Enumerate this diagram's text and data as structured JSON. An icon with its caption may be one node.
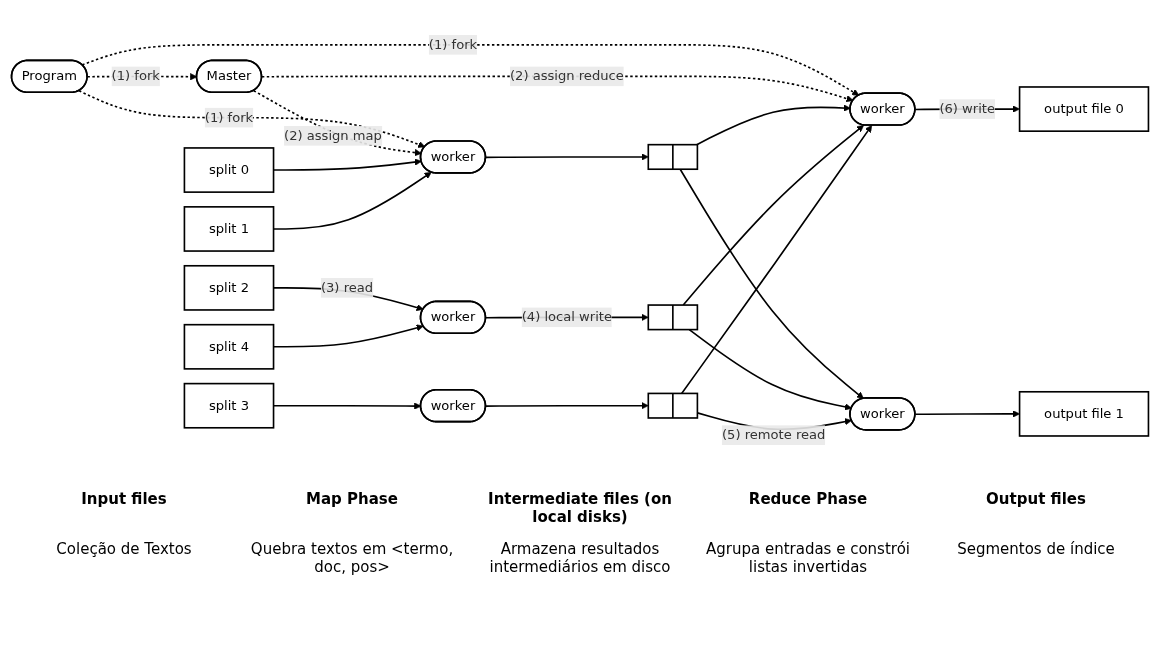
{
  "diagram": {
    "nodes": [
      {
        "text": [
          "Program"
        ]
      },
      {
        "text": [
          "Master"
        ]
      },
      {
        "text": [
          "split 0"
        ]
      },
      {
        "text": [
          "split 1"
        ]
      },
      {
        "text": [
          "split 2"
        ]
      },
      {
        "text": [
          "split 3"
        ]
      },
      {
        "text": [
          "split 4"
        ]
      },
      {
        "text": [
          "worker"
        ]
      },
      {
        "text": [
          "worker"
        ]
      },
      {
        "text": [
          "worker"
        ]
      },
      {
        "text": [],
        "shape": "box"
      },
      {
        "text": [],
        "shape": "box"
      },
      {
        "text": [],
        "shape": "box"
      },
      {
        "text": [
          "worker"
        ]
      },
      {
        "text": [
          "worker"
        ]
      },
      {
        "text": [
          "output file 0"
        ]
      },
      {
        "text": [
          "output file 1"
        ]
      }
    ],
    "edges": [
      {
        "from": 0,
        "to": 7,
        "arrow": "to",
        "label": "(1) fork",
        "style": "dashed"
      },
      {
        "from": 0,
        "to": 1,
        "arrow": "to",
        "label": "(1) fork",
        "style": "dashed"
      },
      {
        "from": 0,
        "to": 13,
        "arrow": "to",
        "label": "(1) fork",
        "style": "dashed"
      },
      {
        "from": 1,
        "to": 7,
        "arrow": "to",
        "label": "(2) assign map",
        "style": "dashed"
      },
      {
        "from": 1,
        "to": 13,
        "arrow": "to",
        "label": "(2) assign reduce",
        "style": "dashed"
      },
      {
        "from": 2,
        "to": 7,
        "arrow": "to"
      },
      {
        "from": 3,
        "to": 7,
        "arrow": "to"
      },
      {
        "from": 4,
        "to": 8,
        "arrow": "to",
        "label": "(3) read"
      },
      {
        "from": 5,
        "to": 9,
        "arrow": "to"
      },
      {
        "from": 6,
        "to": 8,
        "arrow": "to"
      },
      {
        "from": 7,
        "to": 10,
        "arrow": "to"
      },
      {
        "from": 8,
        "to": 11,
        "arrow": "to",
        "label": "(4) local write"
      },
      {
        "from": 9,
        "to": 12,
        "arrow": "to"
      },
      {
        "from": 10,
        "to": 13,
        "arrow": "to"
      },
      {
        "from": 10,
        "to": 14,
        "arrow": "to"
      },
      {
        "from": 11,
        "to": 13,
        "arrow": "to"
      },
      {
        "from": 11,
        "to": 14,
        "arrow": "to"
      },
      {
        "from": 12,
        "to": 13,
        "arrow": "to"
      },
      {
        "from": 12,
        "to": 14,
        "arrow": "to",
        "label": "(5) remote read"
      },
      {
        "from": 13,
        "to": 15,
        "arrow": "to",
        "label": "(6) write"
      },
      {
        "from": 14,
        "to": 16,
        "arrow": "to"
      }
    ],
    "labels": [
      "Input files",
      "Map Phase",
      "Intermediate files (on local disks)",
      "Reduce Phase",
      "Output files",
      "Coleção de Textos",
      "Quebra textos em <termo, doc, pos>",
      "Armazena resultados intermediários em disco",
      "Agrupa entradas e constrói listas invertidas",
      "Segmentos de índice"
    ]
  }
}
